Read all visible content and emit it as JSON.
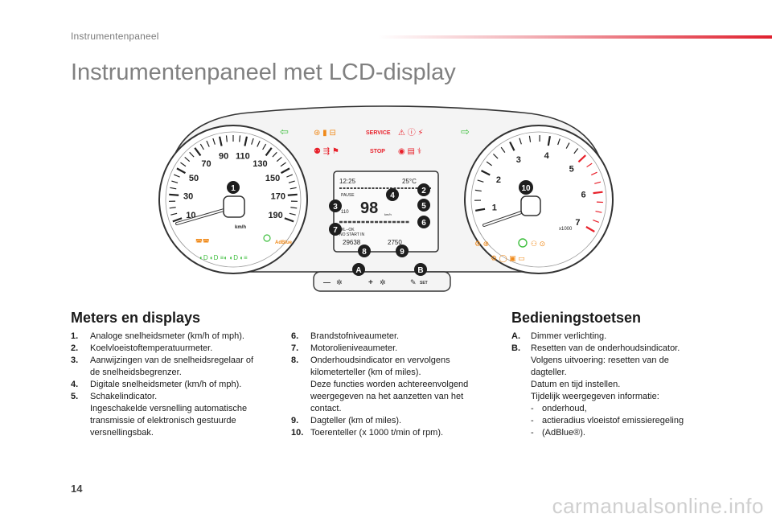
{
  "header": {
    "section": "Instrumentenpaneel"
  },
  "title": "Instrumentenpaneel met LCD-display",
  "cluster": {
    "speed_ticks": [
      "10",
      "30",
      "50",
      "70",
      "90",
      "110",
      "130",
      "150",
      "170",
      "190"
    ],
    "speed_unit": "km/h",
    "rpm_ticks": [
      "1",
      "2",
      "3",
      "4",
      "5",
      "6",
      "7"
    ],
    "rpm_unit": "x1000",
    "service_label": "SERVICE",
    "stop_label": "STOP",
    "lcd": {
      "time": "12:25",
      "temp": "25°C",
      "pause": "PAUSE",
      "speed_value": "98",
      "odo_left": "29638",
      "odo_right": "2750",
      "line1": "OIL--OK",
      "line2": "NO START IN",
      "small_top": "110",
      "unit_kmh": "km/h"
    },
    "adblue_label": "AdBlue",
    "callouts": [
      "1",
      "2",
      "3",
      "4",
      "5",
      "6",
      "7",
      "8",
      "9",
      "10"
    ],
    "buttons": {
      "a_label": "A",
      "b_label": "B",
      "minus": "—",
      "plus": "+",
      "set": "SET"
    }
  },
  "meters": {
    "heading": "Meters en displays",
    "col1": [
      {
        "num": "1.",
        "lines": [
          "Analoge snelheidsmeter (km/h of mph)."
        ]
      },
      {
        "num": "2.",
        "lines": [
          "Koelvloeistoftemperatuurmeter."
        ]
      },
      {
        "num": "3.",
        "lines": [
          "Aanwijzingen van de snelheidsregelaar of",
          "de snelheidsbegrenzer."
        ]
      },
      {
        "num": "4.",
        "lines": [
          "Digitale snelheidsmeter (km/h of mph)."
        ]
      },
      {
        "num": "5.",
        "lines": [
          "Schakelindicator.",
          "Ingeschakelde versnelling automatische",
          "transmissie of elektronisch gestuurde",
          "versnellingsbak."
        ]
      }
    ],
    "col2": [
      {
        "num": "6.",
        "lines": [
          "Brandstofniveaumeter."
        ]
      },
      {
        "num": "7.",
        "lines": [
          "Motorolieniveaumeter."
        ]
      },
      {
        "num": "8.",
        "lines": [
          "Onderhoudsindicator en vervolgens",
          "kilometerteller (km of miles).",
          "Deze functies worden achtereenvolgend",
          "weergegeven na het aanzetten van het",
          "contact."
        ]
      },
      {
        "num": "9.",
        "lines": [
          "Dagteller (km of miles)."
        ]
      },
      {
        "num": "10.",
        "lines": [
          "Toerenteller (x 1000 t/min of rpm)."
        ]
      }
    ]
  },
  "controls": {
    "heading": "Bedieningstoetsen",
    "items": [
      {
        "num": "A.",
        "lines": [
          "Dimmer verlichting."
        ]
      },
      {
        "num": "B.",
        "lines": [
          "Resetten van de onderhoudsindicator.",
          "Volgens uitvoering: resetten van de",
          "dagteller.",
          "Datum en tijd instellen.",
          "Tijdelijk weergegeven informatie:"
        ],
        "dashes": [
          "onderhoud,",
          "actieradius vloeistof emissieregeling",
          "(AdBlue®)."
        ]
      }
    ]
  },
  "footer": {
    "page": "14",
    "watermark": "carmanualsonline.info"
  },
  "colors": {
    "accent_red": "#e0202e",
    "warning_red": "#e8202a",
    "warning_orange": "#f08a1a",
    "indicator_green": "#3fbf3f",
    "callout_dark": "#1e1e1e"
  }
}
